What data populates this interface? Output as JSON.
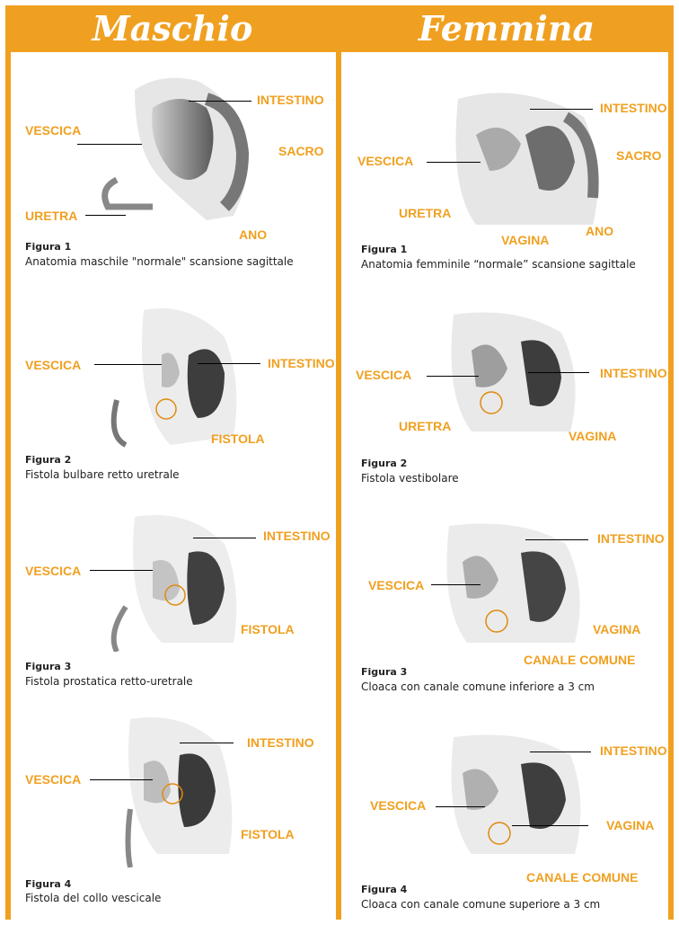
{
  "headers": {
    "male": "Maschio",
    "female": "Femmina"
  },
  "colors": {
    "accent": "#f0a020",
    "text": "#222222",
    "circle": "#e08a10"
  },
  "male": [
    {
      "fig": "Figura 1",
      "desc": "Anatomia maschile \"normale\" scansione sagittale",
      "labels": [
        "INTESTINO",
        "VESCICA",
        "SACRO",
        "URETRA",
        "ANO"
      ]
    },
    {
      "fig": "Figura 2",
      "desc": "Fistola bulbare retto uretrale",
      "labels": [
        "VESCICA",
        "INTESTINO",
        "FISTOLA"
      ]
    },
    {
      "fig": "Figura 3",
      "desc": "Fistola prostatica retto-uretrale",
      "labels": [
        "INTESTINO",
        "VESCICA",
        "FISTOLA"
      ]
    },
    {
      "fig": "Figura 4",
      "desc": "Fistola del collo vescicale",
      "labels": [
        "INTESTINO",
        "VESCICA",
        "FISTOLA"
      ]
    }
  ],
  "female": [
    {
      "fig": "Figura 1",
      "desc": "Anatomia femminile “normale” scansione sagittale",
      "labels": [
        "INTESTINO",
        "VESCICA",
        "SACRO",
        "URETRA",
        "VAGINA",
        "ANO"
      ]
    },
    {
      "fig": "Figura 2",
      "desc": "Fistola vestibolare",
      "labels": [
        "VESCICA",
        "INTESTINO",
        "URETRA",
        "VAGINA"
      ]
    },
    {
      "fig": "Figura 3",
      "desc": "Cloaca con canale comune inferiore a 3 cm",
      "labels": [
        "INTESTINO",
        "VESCICA",
        "VAGINA",
        "CANALE COMUNE"
      ]
    },
    {
      "fig": "Figura 4",
      "desc": "Cloaca con canale comune superiore a 3 cm",
      "labels": [
        "INTESTINO",
        "VESCICA",
        "VAGINA",
        "CANALE COMUNE"
      ]
    }
  ]
}
